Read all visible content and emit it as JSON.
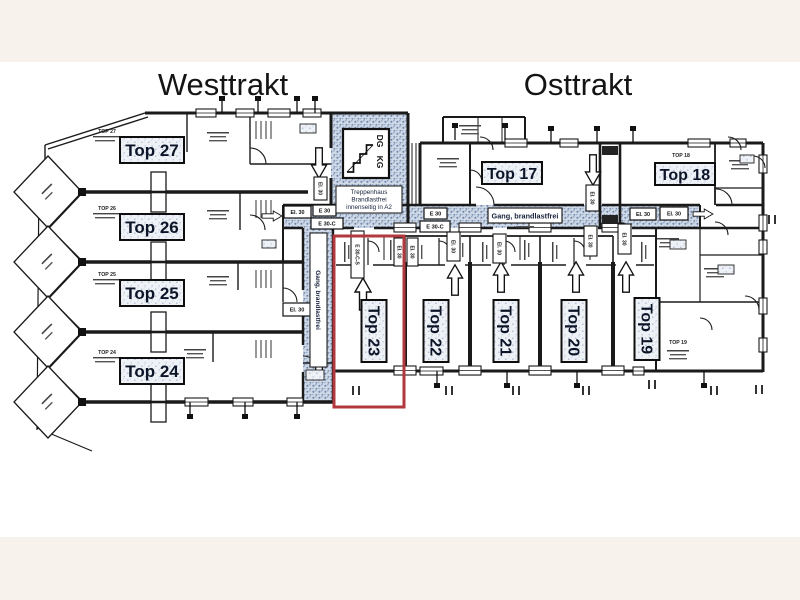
{
  "titles": {
    "west": "Westtrakt",
    "east": "Osttrakt"
  },
  "units": [
    {
      "label": "Top 27",
      "caption": "TOP 27",
      "wing": "west",
      "orientation": "horizontal",
      "highlighted": false
    },
    {
      "label": "Top 26",
      "caption": "TOP 26",
      "wing": "west",
      "orientation": "horizontal",
      "highlighted": false
    },
    {
      "label": "Top 25",
      "caption": "TOP 25",
      "wing": "west",
      "orientation": "horizontal",
      "highlighted": false
    },
    {
      "label": "Top 24",
      "caption": "TOP 24",
      "wing": "west",
      "orientation": "horizontal",
      "highlighted": false
    },
    {
      "label": "Top 17",
      "caption": "",
      "wing": "east",
      "orientation": "horizontal",
      "highlighted": false
    },
    {
      "label": "Top 18",
      "caption": "TOP 18",
      "wing": "east",
      "orientation": "horizontal",
      "highlighted": false
    },
    {
      "label": "Top 19",
      "caption": "TOP 19",
      "wing": "east",
      "orientation": "vertical",
      "highlighted": false
    },
    {
      "label": "Top 20",
      "caption": "",
      "wing": "east",
      "orientation": "vertical",
      "highlighted": false
    },
    {
      "label": "Top 21",
      "caption": "",
      "wing": "east",
      "orientation": "vertical",
      "highlighted": false
    },
    {
      "label": "Top 22",
      "caption": "",
      "wing": "east",
      "orientation": "vertical",
      "highlighted": false
    },
    {
      "label": "Top 23",
      "caption": "",
      "wing": "east",
      "orientation": "vertical",
      "highlighted": true
    }
  ],
  "labels": {
    "e30": "E 30",
    "e30c": "E 30-C",
    "ei30": "EI. 30",
    "e30cs": "E 30-C-S"
  },
  "corridor": {
    "east_label": "Gang, brandlastfrei",
    "west_label": "Gang, brandlastfrei"
  },
  "stair": {
    "upper": "DG",
    "lower": "KG",
    "note1": "Treppenhaus",
    "note2": "Brandlastfrei",
    "note3": "innenseitig in A2"
  },
  "colors": {
    "highlight": "#b2383e",
    "line": "#1a1a1a",
    "hatch_base": "#cfd9e7",
    "hatch_dot": "#6e85ab",
    "margin_band": "#f7f3ec"
  }
}
